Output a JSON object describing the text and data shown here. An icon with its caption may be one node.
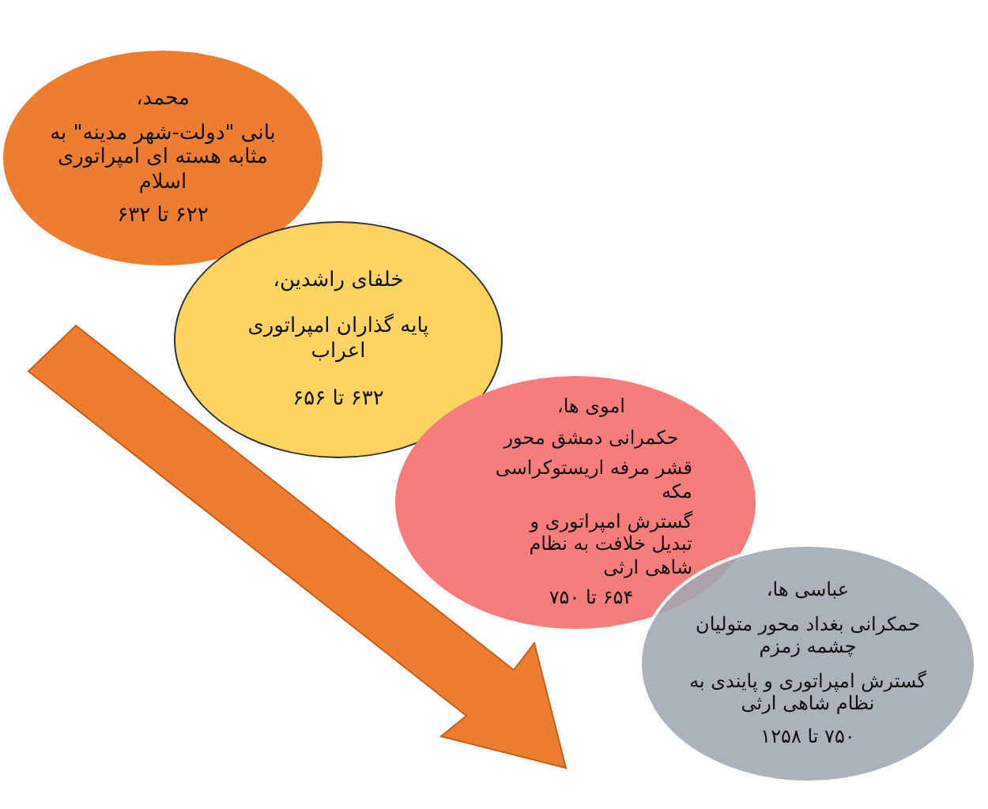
{
  "diagram": {
    "nodes": [
      {
        "text": [
          "محمد،",
          "بانی \"دولت-شهر مدینه\" به مثابه هسته ای امپراتوری اسلام",
          "۶۲۲ تا ۶۳۲"
        ]
      },
      {
        "text": [
          "خلفای راشدین،",
          "پایه گذاران امپراتوری اعراب",
          "۶۳۲ تا ۶۵۶"
        ]
      },
      {
        "text": [
          "اموی ها،",
          "حکمرانی دمشق محور",
          "قشر مرفه اریستوکراسی مکه",
          "گسترش امپراتوری و تبدیل خلافت به نظام شاهی ارثی",
          "۶۵۴ تا ۷۵۰"
        ]
      },
      {
        "text": [
          "عباسی ها،",
          "حمکرانی بغداد محور متولیان چشمه زمزم",
          "گسترش امپراتوری و پایندی به نظام شاهی ارثی",
          "۷۵۰ تا ۱۲۵۸"
        ]
      }
    ]
  }
}
